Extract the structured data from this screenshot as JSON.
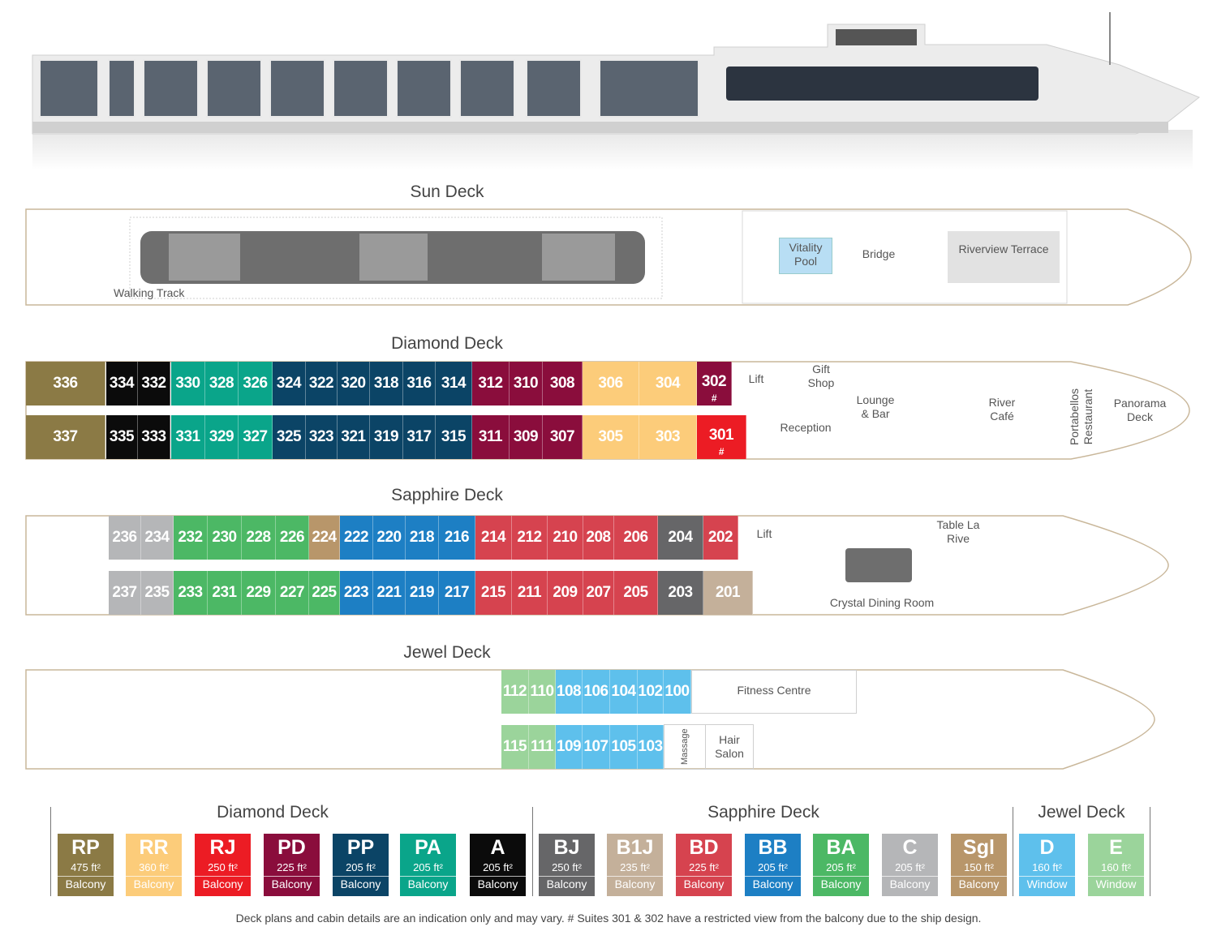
{
  "decks": {
    "sun": {
      "title": "Sun Deck",
      "labels": {
        "walking": "Walking Track",
        "pool": "Vitality Pool",
        "bridge": "Bridge",
        "terrace": "Riverview Terrace"
      }
    },
    "diamond": {
      "title": "Diamond Deck",
      "top": [
        {
          "n": "336",
          "c": "#8b7a45"
        },
        {
          "n": "334",
          "c": "#0b0b0b"
        },
        {
          "n": "332",
          "c": "#0b0b0b"
        },
        {
          "n": "330",
          "c": "#0aa58a"
        },
        {
          "n": "328",
          "c": "#0aa58a"
        },
        {
          "n": "326",
          "c": "#0aa58a"
        },
        {
          "n": "324",
          "c": "#0b4466"
        },
        {
          "n": "322",
          "c": "#0b4466"
        },
        {
          "n": "320",
          "c": "#0b4466"
        },
        {
          "n": "318",
          "c": "#0b4466"
        },
        {
          "n": "316",
          "c": "#0b4466"
        },
        {
          "n": "314",
          "c": "#0b4466"
        },
        {
          "n": "312",
          "c": "#8a0d3c"
        },
        {
          "n": "310",
          "c": "#8a0d3c"
        },
        {
          "n": "308",
          "c": "#8a0d3c"
        },
        {
          "n": "306",
          "c": "#fccc7a"
        },
        {
          "n": "304",
          "c": "#fccc7a"
        },
        {
          "n": "302",
          "c": "#8a0d3c",
          "hash": "#"
        }
      ],
      "bottom": [
        {
          "n": "337",
          "c": "#8b7a45"
        },
        {
          "n": "335",
          "c": "#0b0b0b"
        },
        {
          "n": "333",
          "c": "#0b0b0b"
        },
        {
          "n": "331",
          "c": "#0aa58a"
        },
        {
          "n": "329",
          "c": "#0aa58a"
        },
        {
          "n": "327",
          "c": "#0aa58a"
        },
        {
          "n": "325",
          "c": "#0b4466"
        },
        {
          "n": "323",
          "c": "#0b4466"
        },
        {
          "n": "321",
          "c": "#0b4466"
        },
        {
          "n": "319",
          "c": "#0b4466"
        },
        {
          "n": "317",
          "c": "#0b4466"
        },
        {
          "n": "315",
          "c": "#0b4466"
        },
        {
          "n": "311",
          "c": "#8a0d3c"
        },
        {
          "n": "309",
          "c": "#8a0d3c"
        },
        {
          "n": "307",
          "c": "#8a0d3c"
        },
        {
          "n": "305",
          "c": "#fccc7a"
        },
        {
          "n": "303",
          "c": "#fccc7a"
        },
        {
          "n": "301",
          "c": "#ec1c24",
          "hash": "#"
        }
      ],
      "labels": {
        "lift": "Lift",
        "gift": "Gift Shop",
        "reception": "Reception",
        "lounge": "Lounge & Bar",
        "cafe": "River Café",
        "portabellos": "Portabellos Restaurant",
        "panorama": "Panorama Deck"
      }
    },
    "sapphire": {
      "title": "Sapphire Deck",
      "top": [
        {
          "n": "236",
          "c": "#b5b6b8"
        },
        {
          "n": "234",
          "c": "#b5b6b8"
        },
        {
          "n": "232",
          "c": "#4cb865"
        },
        {
          "n": "230",
          "c": "#4cb865"
        },
        {
          "n": "228",
          "c": "#4cb865"
        },
        {
          "n": "226",
          "c": "#4cb865"
        },
        {
          "n": "224",
          "c": "#b8966a"
        },
        {
          "n": "222",
          "c": "#1d7fc4"
        },
        {
          "n": "220",
          "c": "#1d7fc4"
        },
        {
          "n": "218",
          "c": "#1d7fc4"
        },
        {
          "n": "216",
          "c": "#1d7fc4"
        },
        {
          "n": "214",
          "c": "#d6434f"
        },
        {
          "n": "212",
          "c": "#d6434f"
        },
        {
          "n": "210",
          "c": "#d6434f"
        },
        {
          "n": "208",
          "c": "#d6434f"
        },
        {
          "n": "206",
          "c": "#d6434f"
        },
        {
          "n": "204",
          "c": "#666668"
        },
        {
          "n": "202",
          "c": "#d6434f"
        }
      ],
      "bottom": [
        {
          "n": "237",
          "c": "#b5b6b8"
        },
        {
          "n": "235",
          "c": "#b5b6b8"
        },
        {
          "n": "233",
          "c": "#4cb865"
        },
        {
          "n": "231",
          "c": "#4cb865"
        },
        {
          "n": "229",
          "c": "#4cb865"
        },
        {
          "n": "227",
          "c": "#4cb865"
        },
        {
          "n": "225",
          "c": "#4cb865"
        },
        {
          "n": "223",
          "c": "#1d7fc4"
        },
        {
          "n": "221",
          "c": "#1d7fc4"
        },
        {
          "n": "219",
          "c": "#1d7fc4"
        },
        {
          "n": "217",
          "c": "#1d7fc4"
        },
        {
          "n": "215",
          "c": "#d6434f"
        },
        {
          "n": "211",
          "c": "#d6434f"
        },
        {
          "n": "209",
          "c": "#d6434f"
        },
        {
          "n": "207",
          "c": "#d6434f"
        },
        {
          "n": "205",
          "c": "#d6434f"
        },
        {
          "n": "203",
          "c": "#666668"
        },
        {
          "n": "201",
          "c": "#c4b09a"
        }
      ],
      "labels": {
        "lift": "Lift",
        "table": "Table La Rive",
        "crystal": "Crystal Dining Room"
      }
    },
    "jewel": {
      "title": "Jewel Deck",
      "top": [
        {
          "n": "112",
          "c": "#9bd49b"
        },
        {
          "n": "110",
          "c": "#9bd49b"
        },
        {
          "n": "108",
          "c": "#5ec0ec"
        },
        {
          "n": "106",
          "c": "#5ec0ec"
        },
        {
          "n": "104",
          "c": "#5ec0ec"
        },
        {
          "n": "102",
          "c": "#5ec0ec"
        },
        {
          "n": "100",
          "c": "#5ec0ec"
        }
      ],
      "bottom": [
        {
          "n": "115",
          "c": "#9bd49b"
        },
        {
          "n": "111",
          "c": "#9bd49b"
        },
        {
          "n": "109",
          "c": "#5ec0ec"
        },
        {
          "n": "107",
          "c": "#5ec0ec"
        },
        {
          "n": "105",
          "c": "#5ec0ec"
        },
        {
          "n": "103",
          "c": "#5ec0ec"
        }
      ],
      "labels": {
        "fitness": "Fitness Centre",
        "massage": "Massage",
        "hair": "Hair Salon"
      }
    }
  },
  "legend": {
    "groups": {
      "diamond": "Diamond Deck",
      "sapphire": "Sapphire Deck",
      "jewel": "Jewel Deck"
    },
    "cards": [
      {
        "code": "RP",
        "size": "475 ft²",
        "type": "Balcony",
        "c": "#8b7a45"
      },
      {
        "code": "RR",
        "size": "360 ft²",
        "type": "Balcony",
        "c": "#fccc7a"
      },
      {
        "code": "RJ",
        "size": "250 ft²",
        "type": "Balcony",
        "c": "#ec1c24"
      },
      {
        "code": "PD",
        "size": "225 ft²",
        "type": "Balcony",
        "c": "#8a0d3c"
      },
      {
        "code": "PP",
        "size": "205 ft²",
        "type": "Balcony",
        "c": "#0b4466"
      },
      {
        "code": "PA",
        "size": "205 ft²",
        "type": "Balcony",
        "c": "#0aa58a"
      },
      {
        "code": "A",
        "size": "205 ft²",
        "type": "Balcony",
        "c": "#0b0b0b"
      },
      {
        "code": "BJ",
        "size": "250 ft²",
        "type": "Balcony",
        "c": "#666668"
      },
      {
        "code": "B1J",
        "size": "235 ft²",
        "type": "Balcony",
        "c": "#c4b09a"
      },
      {
        "code": "BD",
        "size": "225 ft²",
        "type": "Balcony",
        "c": "#d6434f"
      },
      {
        "code": "BB",
        "size": "205 ft²",
        "type": "Balcony",
        "c": "#1d7fc4"
      },
      {
        "code": "BA",
        "size": "205 ft²",
        "type": "Balcony",
        "c": "#4cb865"
      },
      {
        "code": "C",
        "size": "205 ft²",
        "type": "Balcony",
        "c": "#b5b6b8"
      },
      {
        "code": "Sgl",
        "size": "150 ft²",
        "type": "Balcony",
        "c": "#b8966a"
      },
      {
        "code": "D",
        "size": "160 ft²",
        "type": "Window",
        "c": "#5ec0ec"
      },
      {
        "code": "E",
        "size": "160 ft²",
        "type": "Window",
        "c": "#9bd49b"
      }
    ]
  },
  "footnote": "Deck plans and cabin details are an indication only and may vary.  # Suites 301 & 302 have a restricted view from the balcony due to the ship design."
}
